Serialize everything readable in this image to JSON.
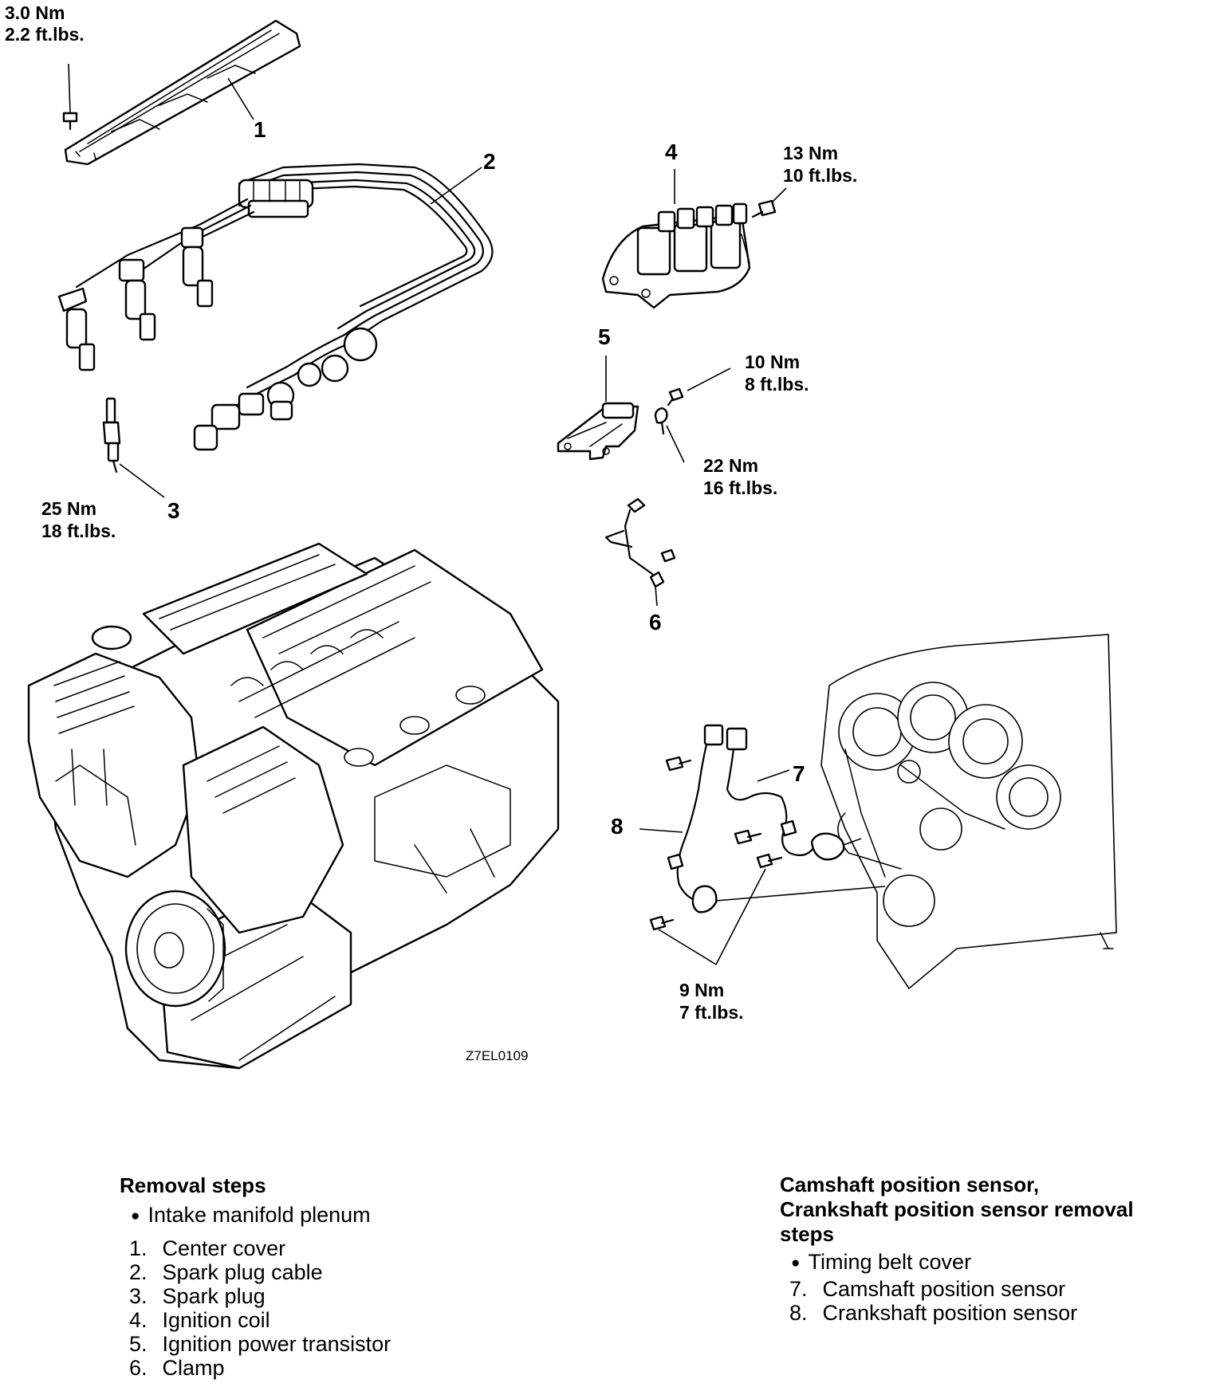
{
  "torque_specs": {
    "center_cover": {
      "nm": "3.0 Nm",
      "ftlbs": "2.2 ft.lbs."
    },
    "spark_plug": {
      "nm": "25 Nm",
      "ftlbs": "18 ft.lbs."
    },
    "ignition_coil": {
      "nm": "13 Nm",
      "ftlbs": "10 ft.lbs."
    },
    "transistor_a": {
      "nm": "10 Nm",
      "ftlbs": "8 ft.lbs."
    },
    "transistor_b": {
      "nm": "22 Nm",
      "ftlbs": "16 ft.lbs."
    },
    "sensors": {
      "nm": "9 Nm",
      "ftlbs": "7 ft.lbs."
    }
  },
  "callouts": [
    "1",
    "2",
    "3",
    "4",
    "5",
    "6",
    "7",
    "8"
  ],
  "figure_code": "Z7EL0109",
  "removal_steps": {
    "heading": "Removal steps",
    "prerequisite": "Intake manifold plenum",
    "items": [
      {
        "num": "1.",
        "text": "Center cover"
      },
      {
        "num": "2.",
        "text": "Spark plug cable"
      },
      {
        "num": "3.",
        "text": "Spark plug"
      },
      {
        "num": "4.",
        "text": "Ignition coil"
      },
      {
        "num": "5.",
        "text": "Ignition power transistor"
      },
      {
        "num": "6.",
        "text": "Clamp"
      }
    ]
  },
  "sensor_steps": {
    "heading_line1": "Camshaft position sensor,",
    "heading_line2": "Crankshaft position sensor removal",
    "heading_line3": "steps",
    "prerequisite": "Timing belt cover",
    "items": [
      {
        "num": "7.",
        "text": "Camshaft position sensor"
      },
      {
        "num": "8.",
        "text": "Crankshaft position sensor"
      }
    ]
  }
}
